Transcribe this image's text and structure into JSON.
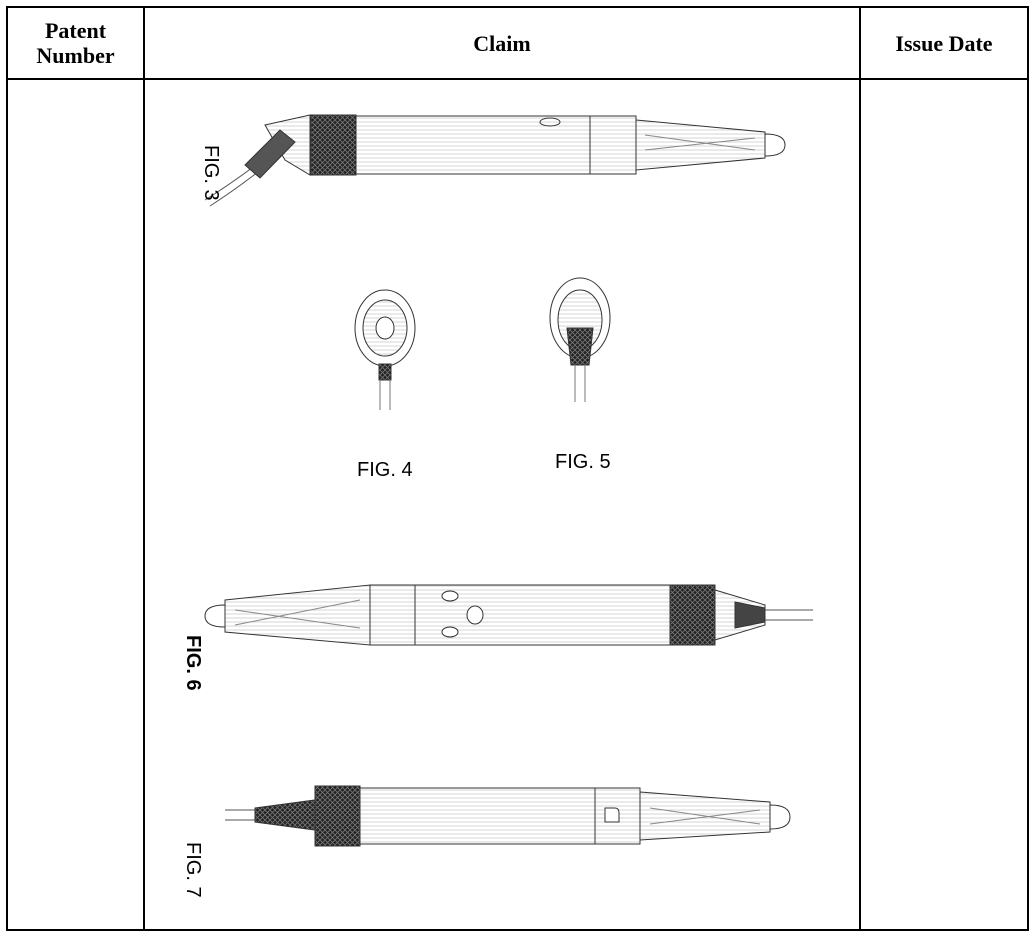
{
  "table": {
    "headers": [
      "Patent Number",
      "Claim",
      "Issue Date"
    ],
    "patent_number": "",
    "issue_date": ""
  },
  "figures": {
    "fig3": "FIG. 3",
    "fig4": "FIG. 4",
    "fig5": "FIG. 5",
    "fig6": "FIG. 6",
    "fig7": "FIG. 7"
  }
}
